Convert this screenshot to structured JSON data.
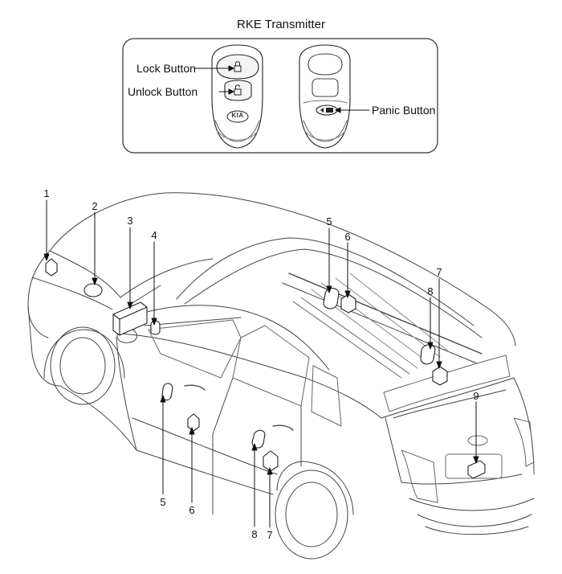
{
  "title": "RKE Transmitter",
  "transmitter": {
    "lock_label": "Lock Button",
    "unlock_label": "Unlock Button",
    "panic_label": "Panic Button",
    "brand_logo": "KIA"
  },
  "callouts": {
    "n1": "1",
    "n2": "2",
    "n3": "3",
    "n4": "4",
    "n5a": "5",
    "n6a": "6",
    "n7a": "7",
    "n8a": "8",
    "n9": "9",
    "n5b": "5",
    "n6b": "6",
    "n8b": "8",
    "n7b": "7"
  }
}
